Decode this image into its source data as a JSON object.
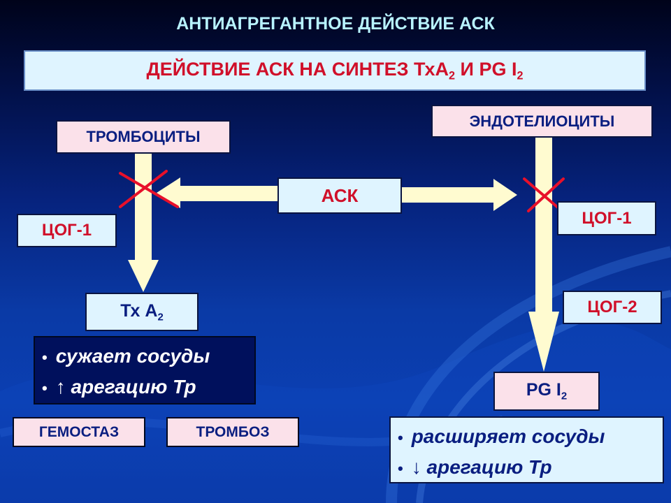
{
  "title": "АНТИАГРЕГАНТНОЕ ДЕЙСТВИЕ  АСК",
  "subtitle": {
    "text": "ДЕЙСТВИЕ АСК НА СИНТЕЗ ТхА",
    "sub1": "2",
    "mid": " И PG I",
    "sub2": "2"
  },
  "nodes": {
    "platelets": "ТРОМБОЦИТЫ",
    "endothelium": "ЭНДОТЕЛИОЦИТЫ",
    "ask": "АСК",
    "cox1_left": "ЦОГ-1",
    "cox1_right": "ЦОГ-1",
    "cox2": "ЦОГ-2",
    "txa2": {
      "text": "Тх А",
      "sub": "2"
    },
    "pgi2": {
      "text": "PG I",
      "sub": "2"
    },
    "hemostasis": "ГЕМОСТАЗ",
    "thrombosis": "ТРОМБОЗ"
  },
  "txa2_effects": {
    "bullet": "•",
    "items": [
      "сужает сосуды",
      "↑ арегацию Тр"
    ]
  },
  "pgi2_effects": {
    "bullet": "•",
    "items": [
      "расширяет  сосуды",
      "↓ арегацию Тр"
    ]
  },
  "colors": {
    "title": "#b8f3ff",
    "accent_red": "#d0102a",
    "dark_blue_text": "#0a1e80",
    "arrow": "#fffbd0",
    "cross": "#e8102a"
  }
}
